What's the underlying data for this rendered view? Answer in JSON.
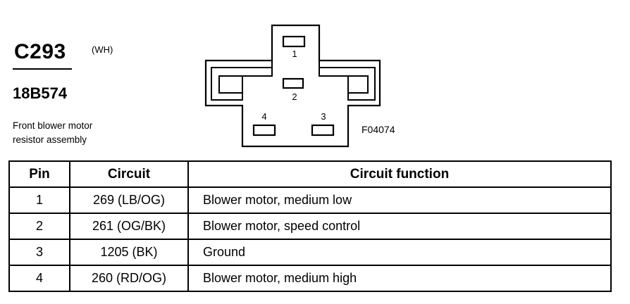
{
  "connector": {
    "id": "C293",
    "color_code": "(WH)",
    "part_number": "18B574",
    "description_line1": "Front blower motor",
    "description_line2": "resistor assembly",
    "figure_id": "F04074"
  },
  "diagram": {
    "pin_labels": [
      "1",
      "2",
      "4",
      "3"
    ]
  },
  "table": {
    "headers": [
      "Pin",
      "Circuit",
      "Circuit function"
    ],
    "rows": [
      {
        "pin": "1",
        "circuit": "269 (LB/OG)",
        "function": "Blower motor, medium low"
      },
      {
        "pin": "2",
        "circuit": "261 (OG/BK)",
        "function": "Blower motor, speed control"
      },
      {
        "pin": "3",
        "circuit": "1205 (BK)",
        "function": "Ground"
      },
      {
        "pin": "4",
        "circuit": "260 (RD/OG)",
        "function": "Blower motor, medium high"
      }
    ]
  }
}
